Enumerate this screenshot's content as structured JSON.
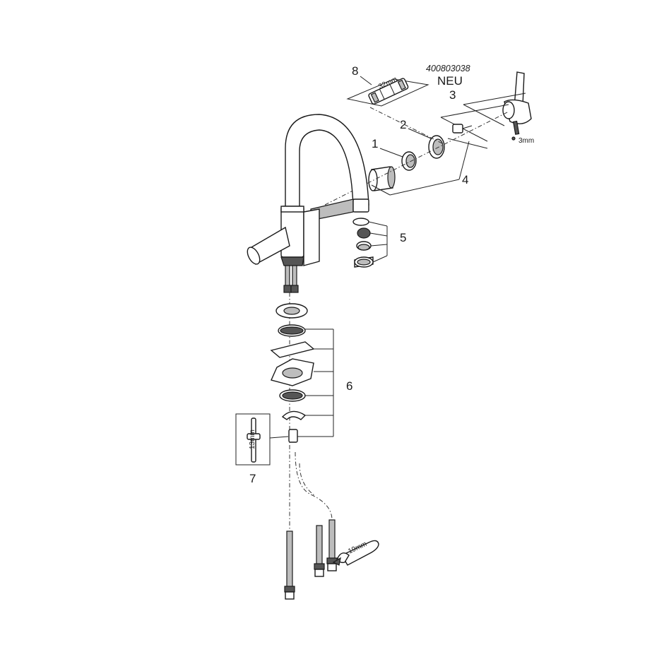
{
  "labels": {
    "part_1": "1",
    "part_2": "2",
    "part_3": "3",
    "part_4": "4",
    "part_5": "5",
    "part_6": "6",
    "part_7": "7",
    "part_8": "8",
    "part_number": "400803038",
    "neu": "NEU",
    "dim_32mm": "32mm",
    "dim_3mm": "3mm",
    "dim_13mm": "13mm",
    "dim_19mm": "19mm"
  }
}
